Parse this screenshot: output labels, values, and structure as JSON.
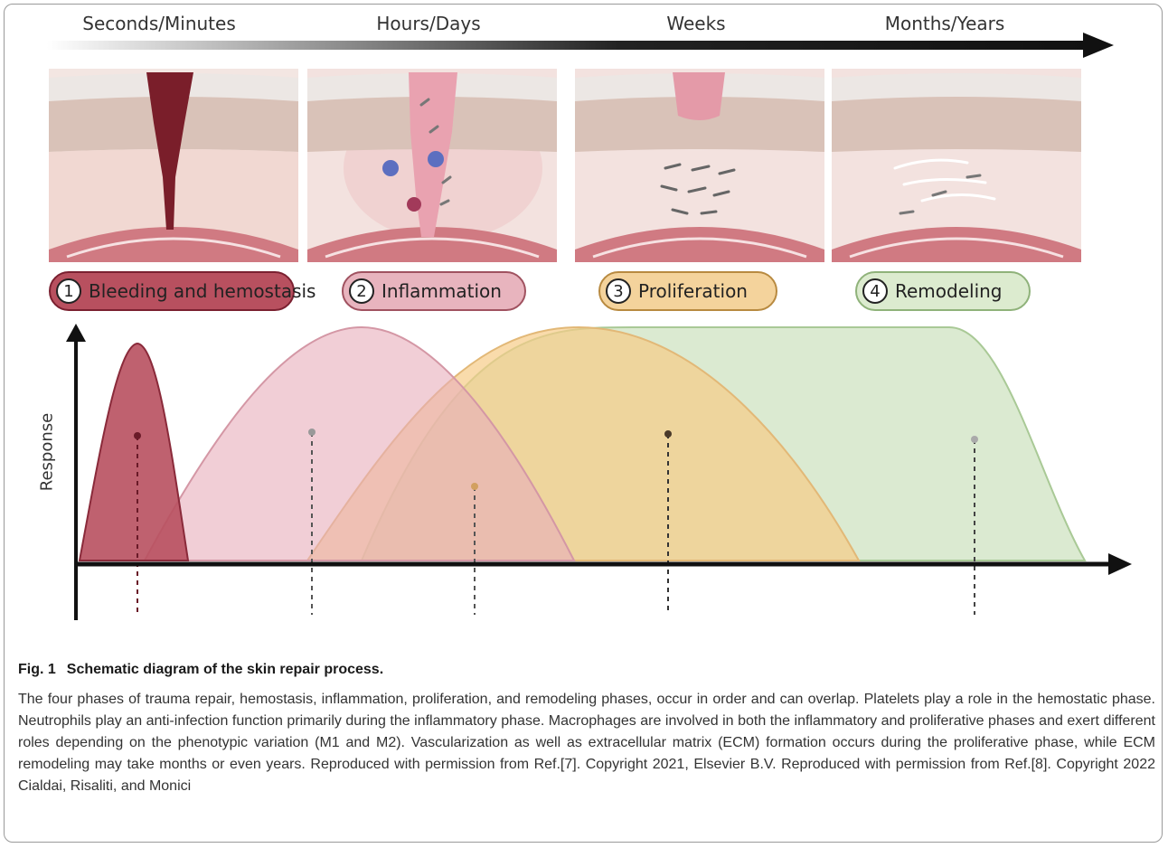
{
  "timeline": {
    "labels": [
      "Seconds/Minutes",
      "Hours/Days",
      "Weeks",
      "Months/Years"
    ]
  },
  "phases": [
    {
      "number": "1",
      "label": "Bleeding and hemostasis",
      "fill": "#b8505f",
      "border": "#7a2030"
    },
    {
      "number": "2",
      "label": "Inflammation",
      "fill": "#e8b4be",
      "border": "#a05260"
    },
    {
      "number": "3",
      "label": "Proliferation",
      "fill": "#f4d39c",
      "border": "#b88a40"
    },
    {
      "number": "4",
      "label": "Remodeling",
      "fill": "#dcebcf",
      "border": "#8fb27a"
    }
  ],
  "chart_data": {
    "type": "area",
    "ylabel": "Response",
    "xlabel": "",
    "series_colors": [
      "#b8505f",
      "#e8aebb",
      "#f6cc88",
      "#cfe3c2"
    ]
  },
  "caption": {
    "figure_label": "Fig. 1",
    "title": "Schematic diagram of the skin repair process.",
    "body": "The four phases of trauma repair, hemostasis, inflammation, proliferation, and remodeling phases, occur in order and can overlap. Platelets play a role in the hemostatic phase. Neutrophils play an anti-infection function primarily during the inflammatory phase. Macrophages are involved in both the inflammatory and proliferative phases and exert different roles depending on the phenotypic variation (M1 and M2). Vascularization as well as extracellular matrix (ECM) formation occurs during the proliferative phase, while ECM remodeling may take months or even years. Reproduced with permission from Ref.[7]. Copyright 2021, Elsevier B.V. Reproduced with permission from Ref.[8]. Copyright 2022 Cialdai, Risaliti, and Monici"
  }
}
